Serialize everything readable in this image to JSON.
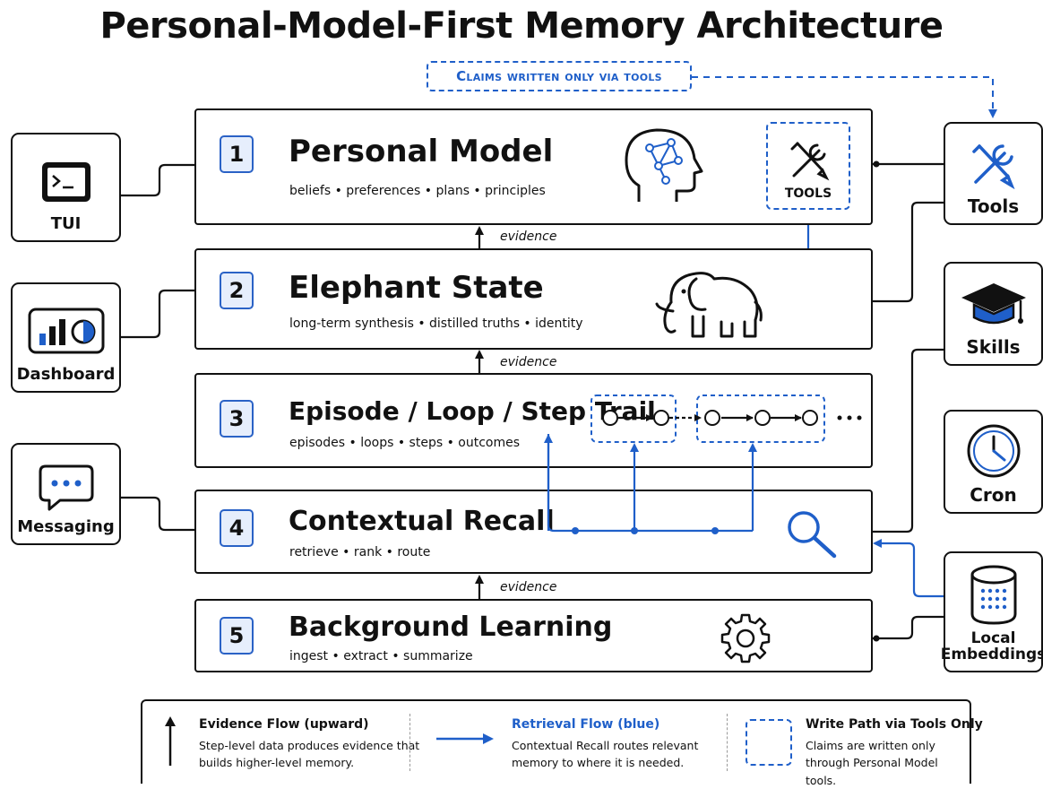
{
  "title": "Personal-Model-First Memory Architecture",
  "claims_note": "Claims written only via tools",
  "layers": [
    {
      "num": "1",
      "title": "Personal Model",
      "subtitle": "beliefs  •  preferences  •  plans  •  principles",
      "icon": "head-network-icon",
      "inner_tools_label": "TOOLS"
    },
    {
      "num": "2",
      "title": "Elephant State",
      "subtitle": "long-term synthesis  •  distilled truths  •  identity",
      "icon": "elephant-icon"
    },
    {
      "num": "3",
      "title": "Episode / Loop / Step Trail",
      "subtitle": "episodes  •  loops  •  steps  •  outcomes",
      "icon": "step-chain-icon"
    },
    {
      "num": "4",
      "title": "Contextual Recall",
      "subtitle": "retrieve  •  rank  •  route",
      "icon": "magnifier-icon"
    },
    {
      "num": "5",
      "title": "Background Learning",
      "subtitle": "ingest  •  extract  •  summarize",
      "icon": "gear-icon"
    }
  ],
  "evidence_label": "evidence",
  "left_clients": [
    {
      "label": "TUI",
      "icon": "terminal-icon"
    },
    {
      "label": "Dashboard",
      "icon": "chart-icon"
    },
    {
      "label": "Messaging",
      "icon": "chat-icon"
    }
  ],
  "right_services": [
    {
      "label": "Tools",
      "icon": "tools-icon"
    },
    {
      "label": "Skills",
      "icon": "graduation-cap-icon"
    },
    {
      "label": "Cron",
      "icon": "clock-icon"
    },
    {
      "label": "Local Embeddings",
      "icon": "database-icon"
    }
  ],
  "legend": {
    "evidence": {
      "title": "Evidence Flow (upward)",
      "text": "Step-level data produces evidence that builds higher-level memory."
    },
    "retrieval": {
      "title": "Retrieval Flow (blue)",
      "text": "Contextual Recall routes relevant memory to where it is needed."
    },
    "write": {
      "title": "Write Path via Tools Only",
      "text": "Claims are written only through Personal Model tools."
    }
  },
  "colors": {
    "accent": "#1f5fc9",
    "badge_fill": "#e6eefc",
    "ink": "#111111"
  }
}
